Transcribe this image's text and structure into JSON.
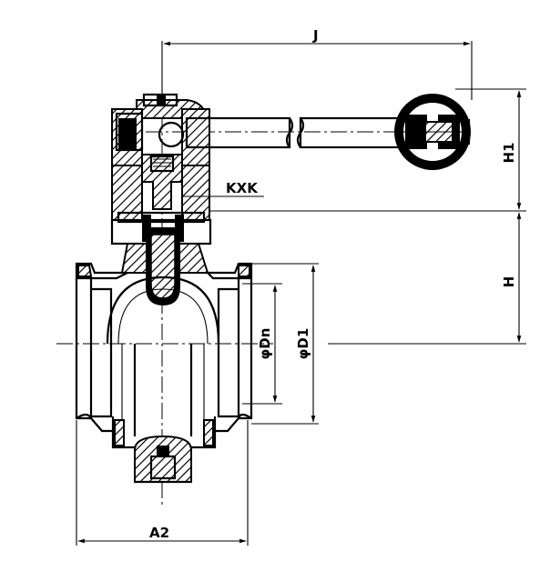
{
  "labels": {
    "j": "J",
    "h1": "H1",
    "h": "H",
    "kxk": "KXK",
    "dn": "φDn",
    "d1": "φD1",
    "a2": "A2"
  }
}
